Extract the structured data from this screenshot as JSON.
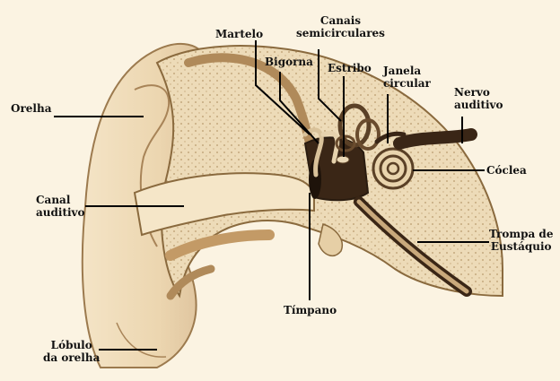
{
  "labels": {
    "orelha": "Orelha",
    "canal": [
      "Canal",
      "auditivo"
    ],
    "lobulo": [
      "Lóbulo",
      "da orelha"
    ],
    "martelo": "Martelo",
    "bigorna": "Bigorna",
    "canais": [
      "Canais",
      "semicirculares"
    ],
    "estribo": "Estribo",
    "janela": [
      "Janela",
      "circular"
    ],
    "nervo": [
      "Nervo",
      "auditivo"
    ],
    "coclea": "Cóclea",
    "trompa": [
      "Trompa de",
      "Eustáquio"
    ],
    "timpano": "Tímpano"
  },
  "colors": {
    "background": "#fbf3e2",
    "skin": "#f1dfbf",
    "skin_shadow": "#d9b98a",
    "bone": "#e6cfa6",
    "outline": "#8a6a3e",
    "dark": "#2a1c10"
  }
}
